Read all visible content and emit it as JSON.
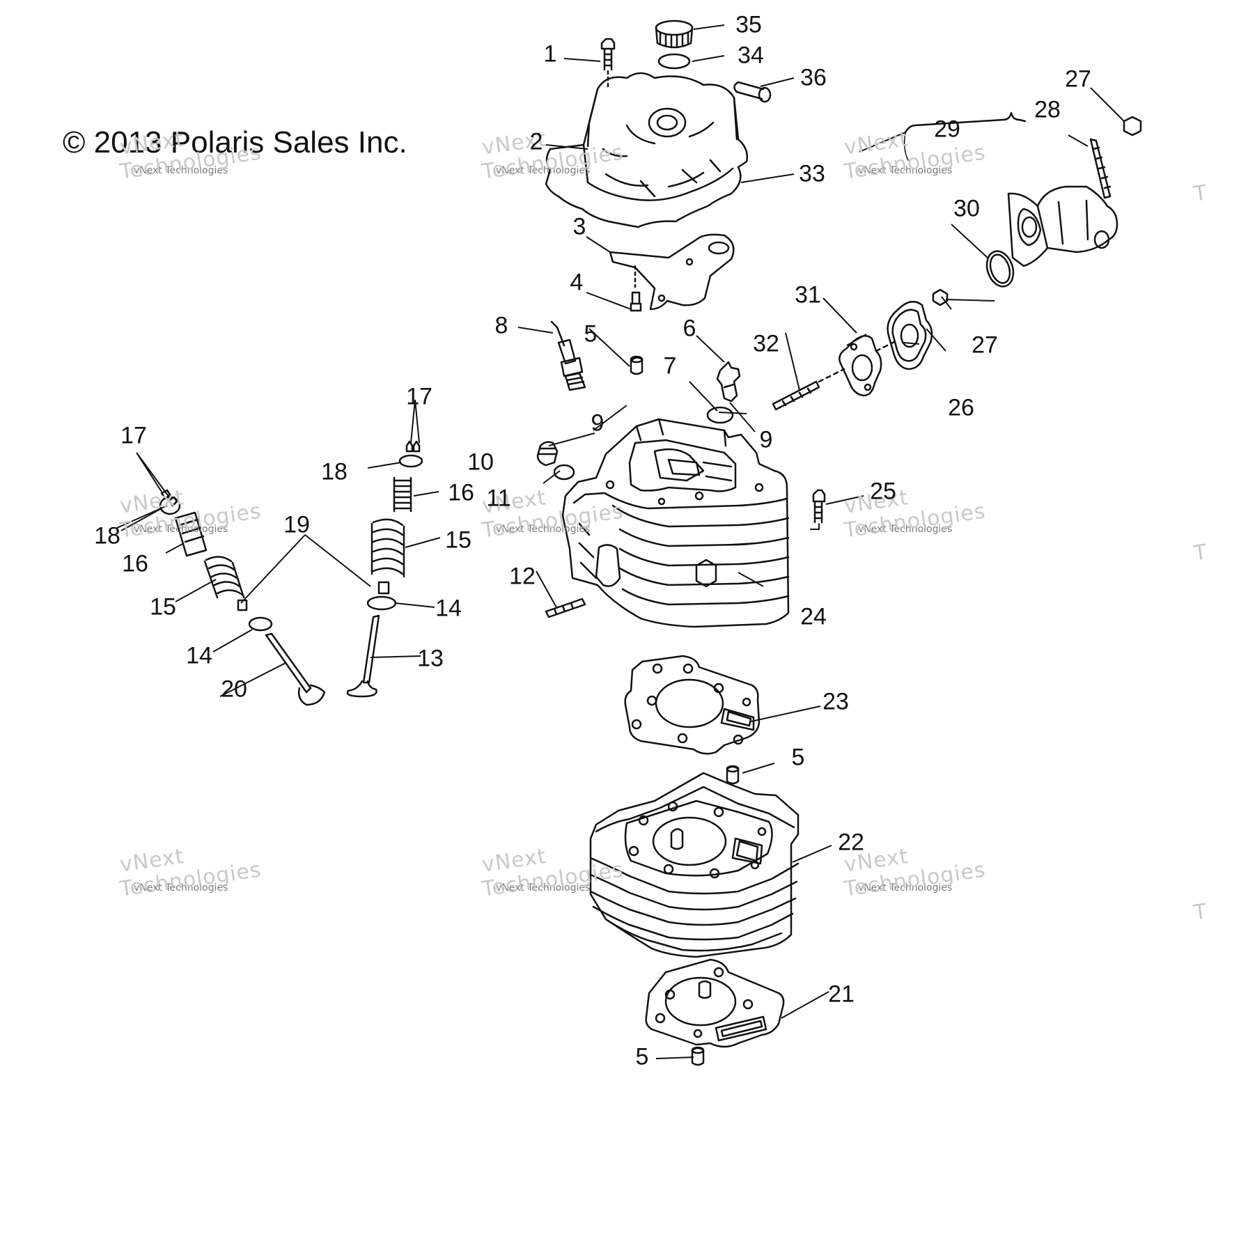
{
  "copyright": "© 2013 Polaris Sales Inc.",
  "watermark": {
    "line1": "vNext",
    "line2": "Technologies",
    "small": "vNext Technologies",
    "edge": "T"
  },
  "callouts": [
    "1",
    "2",
    "3",
    "4",
    "5",
    "6",
    "7",
    "8",
    "9",
    "10",
    "11",
    "12",
    "13",
    "14",
    "15",
    "16",
    "17",
    "18",
    "19",
    "20",
    "21",
    "22",
    "23",
    "24",
    "25",
    "26",
    "27",
    "28",
    "29",
    "30",
    "31",
    "32",
    "33",
    "34",
    "35",
    "36"
  ],
  "callout_labels": {
    "c1": "1",
    "c2": "2",
    "c3": "3",
    "c4": "4",
    "c5a": "5",
    "c5b": "5",
    "c5c": "5",
    "c6": "6",
    "c7": "7",
    "c8": "8",
    "c9a": "9",
    "c9b": "9",
    "c10": "10",
    "c11": "11",
    "c12": "12",
    "c13": "13",
    "c14a": "14",
    "c14b": "14",
    "c15a": "15",
    "c15b": "15",
    "c16a": "16",
    "c16b": "16",
    "c17a": "17",
    "c17b": "17",
    "c18a": "18",
    "c18b": "18",
    "c19": "19",
    "c20": "20",
    "c21": "21",
    "c22": "22",
    "c23": "23",
    "c24": "24",
    "c25": "25",
    "c26": "26",
    "c27a": "27",
    "c27b": "27",
    "c28": "28",
    "c29": "29",
    "c30": "30",
    "c31": "31",
    "c32": "32",
    "c33": "33",
    "c34": "34",
    "c35": "35",
    "c36": "36"
  }
}
